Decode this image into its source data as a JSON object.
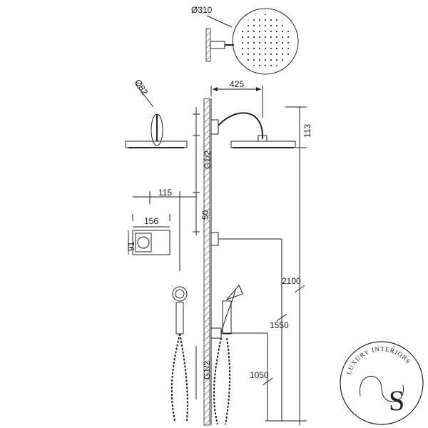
{
  "dimensions": {
    "rain_head_diameter": "Ø310",
    "head_diameter_small": "Ø82",
    "arm_projection": "425",
    "head_height": "113",
    "thread_top": "G1/2",
    "thread_bottom": "G1/2",
    "valve_offset": "115",
    "valve_width": "156",
    "valve_depth": "91",
    "valve_gap": "50",
    "height_arm": "2100",
    "height_valve": "1550",
    "height_outlet": "1050"
  },
  "logo": {
    "arc_text": "LUXURY INTERIORS",
    "monogram": "S"
  }
}
